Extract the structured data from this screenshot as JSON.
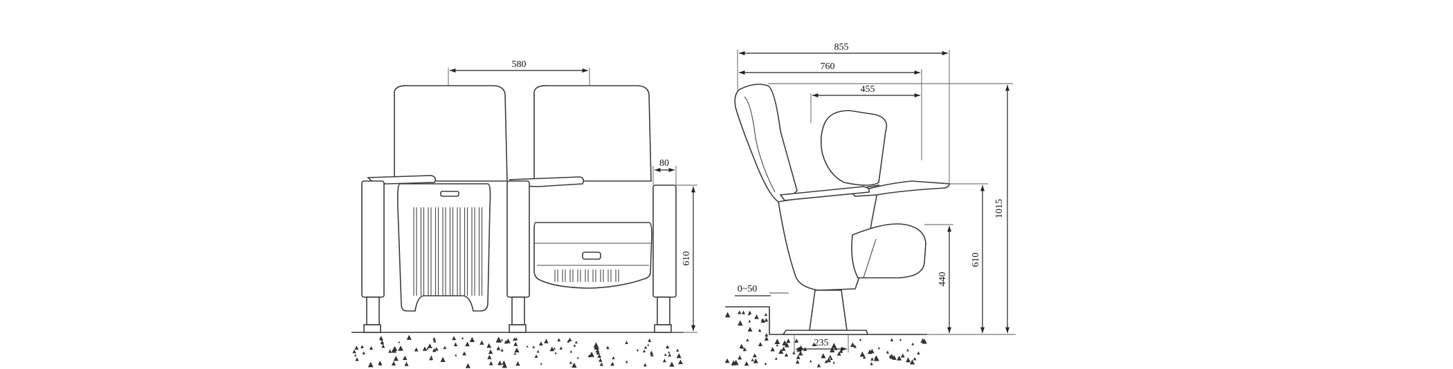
{
  "dimensions": {
    "front_seat_pitch": "580",
    "front_armrest_width": "80",
    "front_height_610": "610",
    "side_depth_855": "855",
    "side_depth_760": "760",
    "side_depth_455": "455",
    "side_total_height": "1015",
    "side_arm_height": "610",
    "side_seat_height": "440",
    "step_height": "0~50",
    "base_width": "235"
  },
  "colors": {
    "line": "#333333",
    "background": "#ffffff"
  }
}
